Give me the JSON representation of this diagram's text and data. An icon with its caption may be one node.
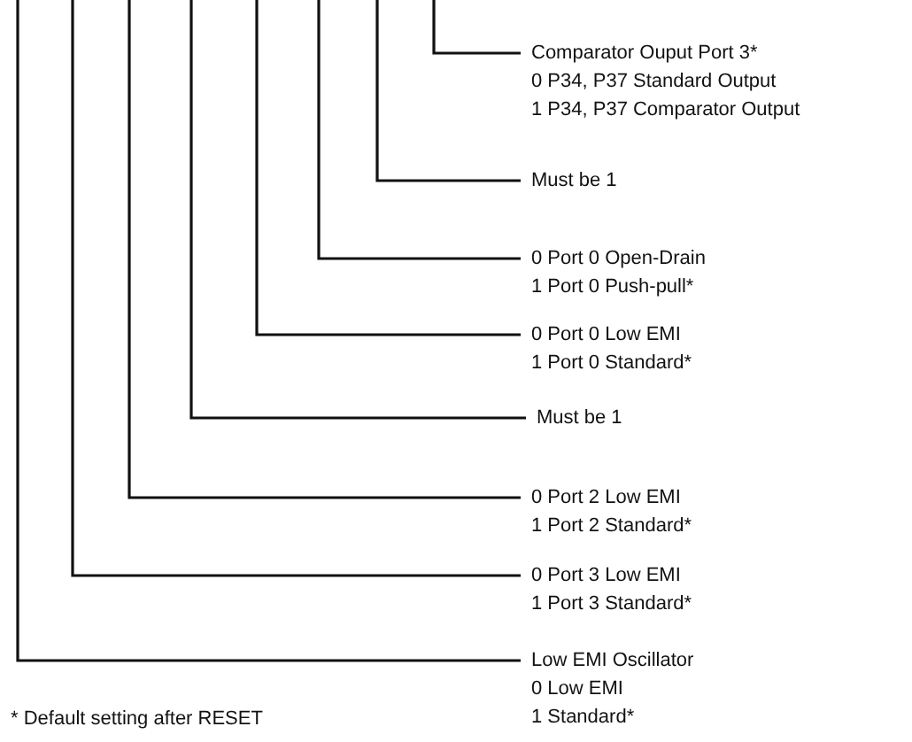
{
  "diagram": {
    "nodes": [
      {
        "text": [
          "Comparator Ouput Port 3*",
          "0 P34, P37 Standard Output",
          "1 P34, P37 Comparator Output"
        ]
      },
      {
        "text": [
          "Must be 1"
        ]
      },
      {
        "text": [
          "0 Port 0 Open-Drain",
          "1 Port 0 Push-pull*"
        ]
      },
      {
        "text": [
          "0 Port 0 Low EMI",
          "1 Port 0 Standard*"
        ]
      },
      {
        "text": [
          "Must be 1"
        ]
      },
      {
        "text": [
          "0 Port 2 Low EMI",
          "1 Port 2 Standard*"
        ]
      },
      {
        "text": [
          "0 Port 3 Low EMI",
          "1 Port 3 Standard*"
        ]
      },
      {
        "text": [
          "Low EMI Oscillator",
          "0 Low EMI",
          "1 Standard*"
        ]
      }
    ],
    "edges": [
      {
        "from": null,
        "to": 0,
        "arrow": "none"
      },
      {
        "from": null,
        "to": 1,
        "arrow": "none"
      },
      {
        "from": null,
        "to": 2,
        "arrow": "none"
      },
      {
        "from": null,
        "to": 3,
        "arrow": "none"
      },
      {
        "from": null,
        "to": 4,
        "arrow": "none"
      },
      {
        "from": null,
        "to": 5,
        "arrow": "none"
      },
      {
        "from": null,
        "to": 6,
        "arrow": "none"
      },
      {
        "from": null,
        "to": 7,
        "arrow": "none"
      }
    ],
    "labels": [
      "* Default setting after RESET"
    ]
  }
}
